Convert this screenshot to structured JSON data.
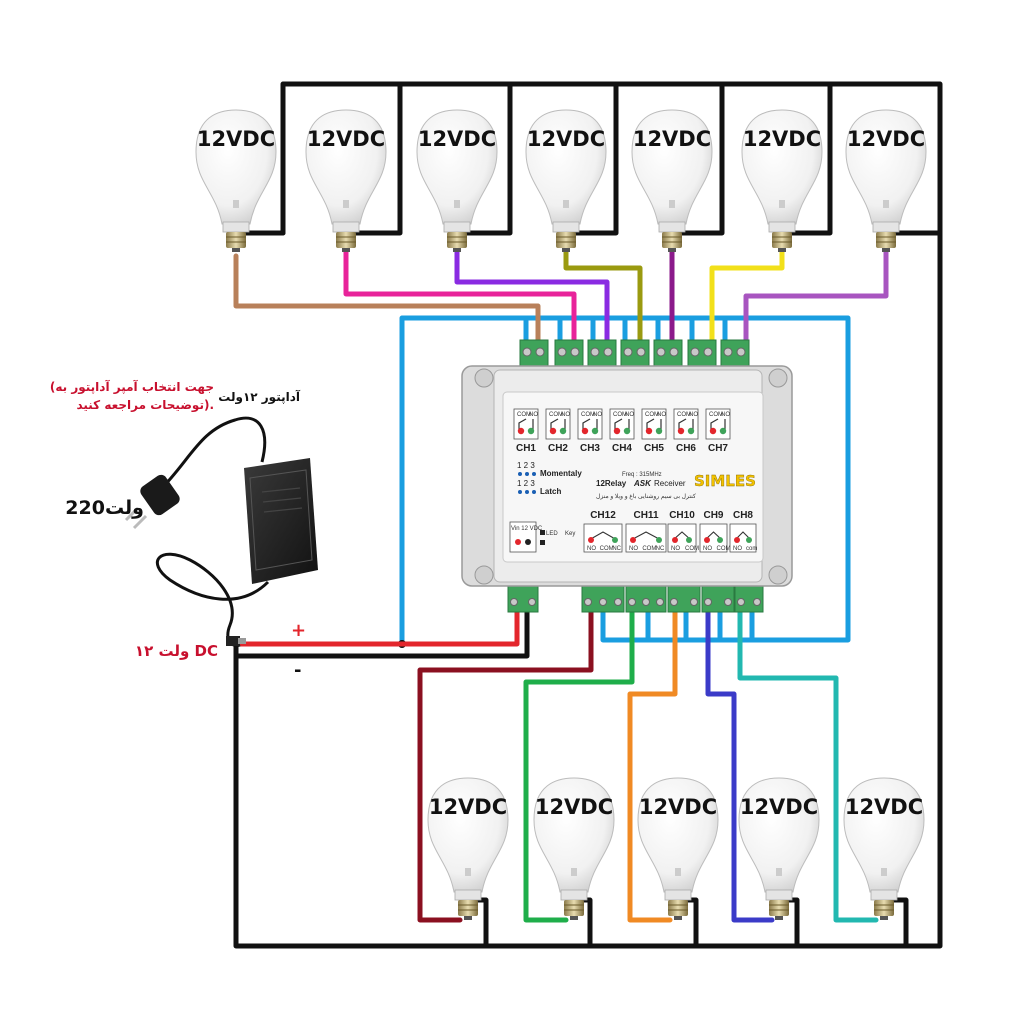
{
  "bulb_voltage": "12VDC",
  "top_bulbs": [
    {
      "label": "12VDC",
      "wire_color": "#b8805a"
    },
    {
      "label": "12VDC",
      "wire_color": "#e8239a"
    },
    {
      "label": "12VDC",
      "wire_color": "#8a2be2"
    },
    {
      "label": "12VDC",
      "wire_color": "#9a9a10"
    },
    {
      "label": "12VDC",
      "wire_color": "#8b1a8b"
    },
    {
      "label": "12VDC",
      "wire_color": "#f2e01a"
    },
    {
      "label": "12VDC",
      "wire_color": "#a855c0"
    }
  ],
  "bottom_bulbs": [
    {
      "label": "12VDC",
      "wire_color": "#8b1020"
    },
    {
      "label": "12VDC",
      "wire_color": "#1fae4a"
    },
    {
      "label": "12VDC",
      "wire_color": "#f08a24"
    },
    {
      "label": "12VDC",
      "wire_color": "#3b3bc8"
    },
    {
      "label": "12VDC",
      "wire_color": "#22b8b0"
    }
  ],
  "colors": {
    "common_wire": "#1a9ee0",
    "negative_wire": "#111111",
    "positive_wire": "#e3262c",
    "module_body": "#e6e6e6",
    "terminal_green": "#3fa35a",
    "brand": "#f2c200"
  },
  "module": {
    "top_channels": [
      "CH1",
      "CH2",
      "CH3",
      "CH4",
      "CH5",
      "CH6",
      "CH7"
    ],
    "bottom_channels": [
      "CH12",
      "CH11",
      "CH10",
      "CH9",
      "CH8"
    ],
    "mode_momentary": "Momentaly",
    "mode_latch": "Latch",
    "mode_numbers": "1 2 3",
    "freq": "Freq : 315MHz",
    "model": "12Relay",
    "ask": "ASK",
    "receiver": "Receiver",
    "brand": "SIMLES",
    "subtitle": "کنترل بی سیم روشنایی باغ و ویلا و منزل",
    "power_label": "Vin 12 VDC",
    "led_label": "LED",
    "key_label": "Key",
    "term_com": "COM",
    "term_no": "NO",
    "term_nc": "NC",
    "term_com_lower": "com"
  },
  "adapter": {
    "title": "آداپتور ۱۲ولت",
    "note_line1": "(جهت انتخاب آمپر آداپتور به",
    "note_line2": "توضیحات مراجعه کنید).",
    "input_voltage": "220ولت",
    "output_label": "۱۲ ولت DC",
    "plus": "+",
    "minus": "-"
  }
}
